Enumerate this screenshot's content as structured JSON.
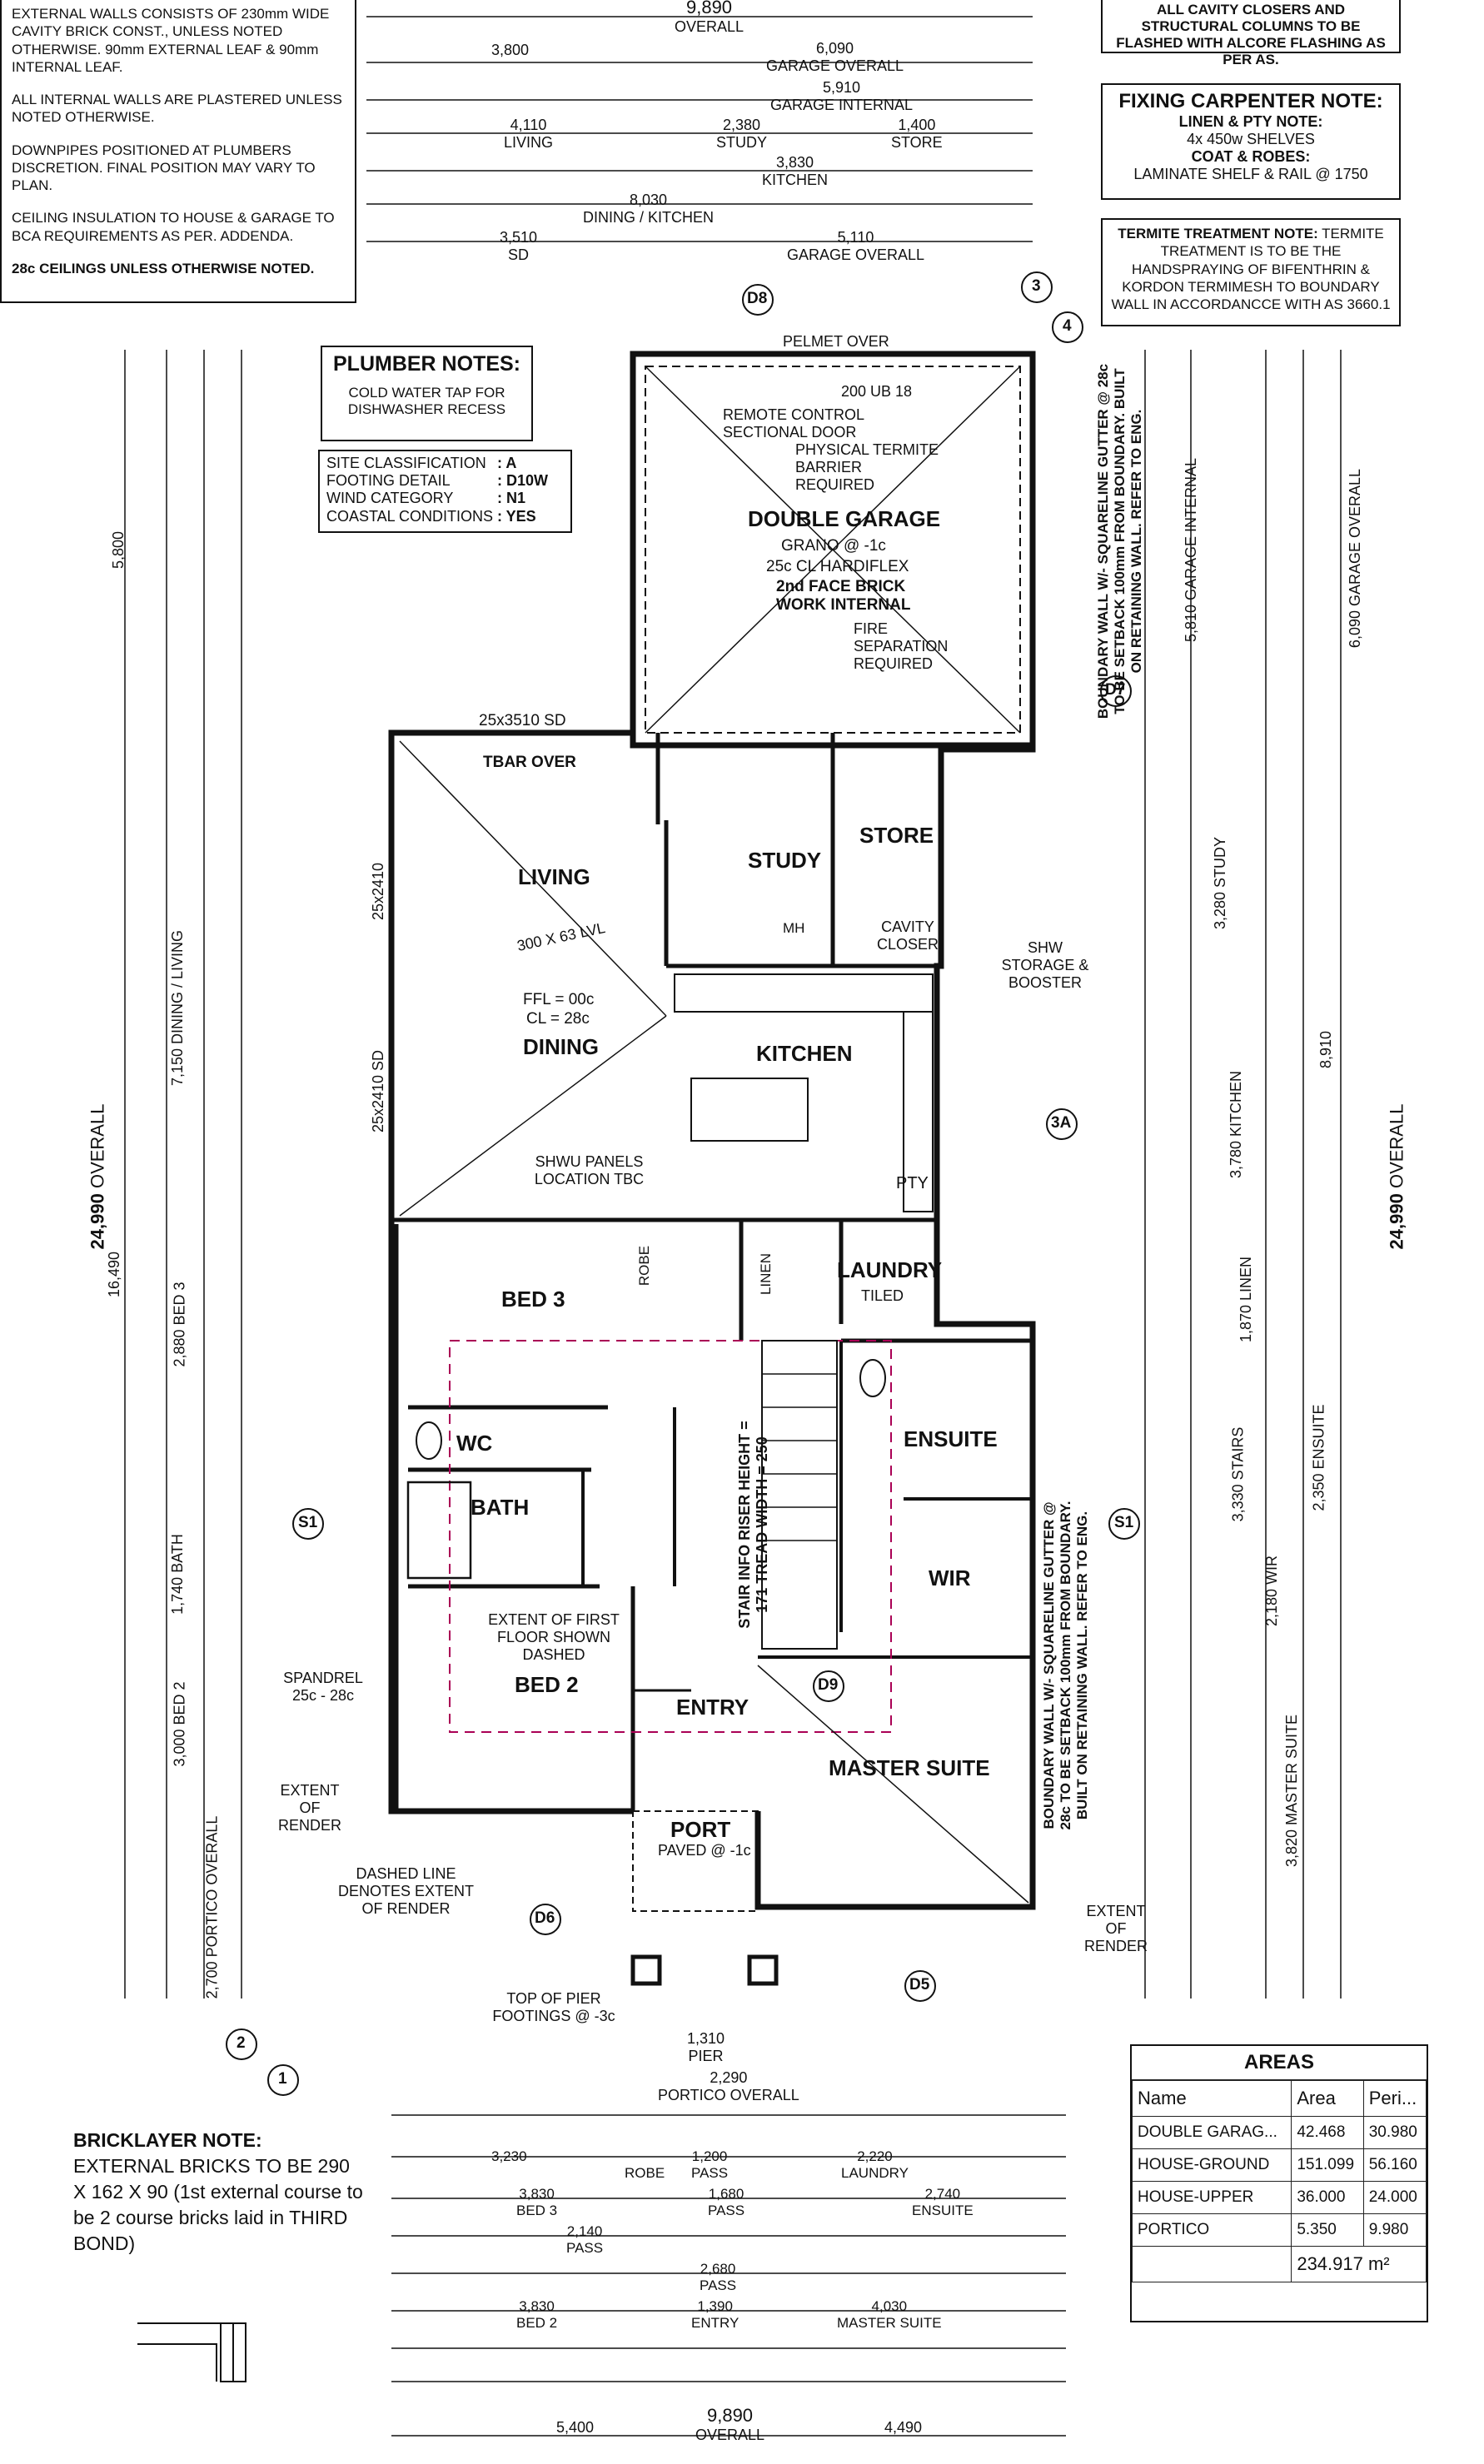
{
  "notes_top_left": {
    "lines": [
      "EXTERNAL WALLS CONSISTS OF 230mm WIDE CAVITY BRICK CONST., UNLESS NOTED OTHERWISE. 90mm EXTERNAL LEAF & 90mm INTERNAL LEAF.",
      "ALL INTERNAL WALLS ARE PLASTERED UNLESS NOTED OTHERWISE.",
      "DOWNPIPES POSITIONED AT PLUMBERS DISCRETION. FINAL POSITION MAY VARY TO PLAN.",
      "CEILING INSULATION TO HOUSE & GARAGE TO BCA REQUIREMENTS AS PER. ADDENDA.",
      "28c CEILINGS UNLESS OTHERWISE NOTED."
    ]
  },
  "notes_top_right": "ALL CAVITY CLOSERS AND STRUCTURAL COLUMNS TO BE FLASHED WITH ALCORE FLASHING AS PER AS.",
  "fixing_carpenter": {
    "title": "FIXING CARPENTER NOTE:",
    "linen_head": "LINEN & PTY NOTE:",
    "linen_text": "4x 450w SHELVES",
    "coat_head": "COAT & ROBES:",
    "coat_text": "LAMINATE SHELF & RAIL @ 1750"
  },
  "termite": {
    "head": "TERMITE TREATMENT NOTE:",
    "text": "TERMITE TREATMENT IS TO BE THE HANDSPRAYING OF BIFENTHRIN & KORDON TERMIMESH TO BOUNDARY WALL IN ACCORDANCCE WITH AS 3660.1"
  },
  "plumber": {
    "title": "PLUMBER NOTES:",
    "text": "COLD WATER TAP FOR DISHWASHER RECESS"
  },
  "site": [
    {
      "k": "SITE CLASSIFICATION",
      "v": ": A"
    },
    {
      "k": "FOOTING DETAIL",
      "v": ": D10W"
    },
    {
      "k": "WIND CATEGORY",
      "v": ": N1"
    },
    {
      "k": "COASTAL CONDITIONS",
      "v": ": YES"
    }
  ],
  "bricklayer": {
    "head": "BRICKLAYER NOTE:",
    "text": "EXTERNAL BRICKS TO BE 290 X 162 X 90 (1st external course to be 2 course bricks laid in THIRD BOND)"
  },
  "areas": {
    "title": "AREAS",
    "headers": [
      "Name",
      "Area",
      "Peri..."
    ],
    "rows": [
      [
        "DOUBLE GARAG...",
        "42.468",
        "30.980"
      ],
      [
        "HOUSE-GROUND",
        "151.099",
        "56.160"
      ],
      [
        "HOUSE-UPPER",
        "36.000",
        "24.000"
      ],
      [
        "PORTICO",
        "5.350",
        "9.980"
      ]
    ],
    "total": "234.917 m²"
  },
  "rooms": {
    "garage": "DOUBLE GARAGE",
    "garage_sub1": "GRANO @ -1c",
    "garage_sub2": "25c CL HARDIFLEX",
    "garage_sub3": "2nd FACE BRICK",
    "garage_sub4": "WORK INTERNAL",
    "living": "LIVING",
    "dining": "DINING",
    "study": "STUDY",
    "store": "STORE",
    "kitchen": "KITCHEN",
    "laundry": "LAUNDRY",
    "bed3": "BED 3",
    "wc": "WC",
    "bath": "BATH",
    "bed2": "BED 2",
    "entry": "ENTRY",
    "ensuite": "ENSUITE",
    "wir": "WIR",
    "master": "MASTER SUITE",
    "portico": "PORT",
    "portico_sub": "PAVED @ -1c",
    "pty": "PTY",
    "linen": "LINEN",
    "robe": "ROBE",
    "mh": "MH",
    "tiled": "TILED"
  },
  "plan_labels": {
    "pelmet": "PELMET OVER",
    "ub18": "200 UB 18",
    "remote_door": "REMOTE CONTROL SECTIONAL DOOR",
    "termite_barrier": "PHYSICAL TERMITE BARRIER REQUIRED",
    "fire_sep": "FIRE SEPARATION REQUIRED",
    "tbar_over": "TBAR OVER",
    "sd_top": "25x3510 SD",
    "lvl_living": "300 X 63 LVL",
    "ffl": "FFL = 00c",
    "cl": "CL = 28c",
    "shwu": "SHWU PANELS LOCATION TBC",
    "cavity_closer": "CAVITY CLOSER",
    "shw": "SHW STORAGE & BOOSTER",
    "stair_info": "STAIR INFO RISER HEIGHT = 171 TREAD WIDTH = 250",
    "extent_first": "EXTENT OF FIRST FLOOR SHOWN DASHED",
    "spandrel": "SPANDREL 25c - 28c",
    "extent_render": "EXTENT OF RENDER",
    "dashed_line": "DASHED LINE DENOTES EXTENT OF RENDER",
    "top_pier": "TOP OF PIER FOOTINGS @ -3c",
    "boundary_1": "BOUNDARY WALL W/- SQUARELINE GUTTER @ 28c TO BE SETBACK 100mm FROM BOUNDARY. BUILT ON RETAINING WALL. REFER TO ENG.",
    "boundary_2": "BOUNDARY WALL W/- SQUARELINE GUTTER @ 28c TO BE SETBACK 100mm FROM BOUNDARY. BUILT ON RETAINING WALL. REFER TO ENG.",
    "window_left1": "25x2410",
    "window_left2": "25x2410 SD",
    "overall_24990": "24,990",
    "overall_word": "OVERALL",
    "overall_9890": "9,890"
  },
  "markers": [
    "D8",
    "3",
    "4",
    "D7",
    "3A",
    "S1",
    "S1",
    "D9",
    "D6",
    "D5",
    "2",
    "1"
  ],
  "top_dims": [
    {
      "val": "9,890",
      "sub": "OVERALL"
    },
    {
      "val": "3,800",
      "sub": ""
    },
    {
      "val": "6,090",
      "sub": "GARAGE OVERALL"
    },
    {
      "val": "5,910",
      "sub": "GARAGE INTERNAL"
    },
    {
      "val": "4,110",
      "sub": "LIVING"
    },
    {
      "val": "2,380",
      "sub": "STUDY"
    },
    {
      "val": "1,400",
      "sub": "STORE"
    },
    {
      "val": "3,830",
      "sub": "KITCHEN"
    },
    {
      "val": "8,030",
      "sub": "DINING / KITCHEN"
    },
    {
      "val": "3,510",
      "sub": "SD"
    },
    {
      "val": "5,110",
      "sub": "GARAGE OVERALL"
    }
  ],
  "bottom_dims": [
    {
      "val": "1,310",
      "sub": "PIER"
    },
    {
      "val": "2,290",
      "sub": "PORTICO OVERALL"
    },
    {
      "val": "3,230",
      "sub": "ROBE"
    },
    {
      "val": "1,200",
      "sub": "PASS"
    },
    {
      "val": "2,220",
      "sub": "LAUNDRY"
    },
    {
      "val": "3,830",
      "sub": "BED 3"
    },
    {
      "val": "1,680",
      "sub": "PASS"
    },
    {
      "val": "2,740",
      "sub": "ENSUITE"
    },
    {
      "val": "2,140",
      "sub": "PASS"
    },
    {
      "val": "2,680",
      "sub": "PASS"
    },
    {
      "val": "3,830",
      "sub": "BED 2"
    },
    {
      "val": "1,390",
      "sub": "ENTRY"
    },
    {
      "val": "4,030",
      "sub": "MASTER SUITE"
    },
    {
      "val": "5,400",
      "sub": ""
    },
    {
      "val": "4,490",
      "sub": ""
    },
    {
      "val": "9,890",
      "sub": "OVERALL"
    }
  ],
  "right_dims": [
    {
      "val": "5,810",
      "sub": "GARAGE INTERNAL"
    },
    {
      "val": "6,090",
      "sub": "GARAGE OVERALL"
    },
    {
      "val": "3,280",
      "sub": "STUDY"
    },
    {
      "val": "3,780",
      "sub": "KITCHEN"
    },
    {
      "val": "8,910",
      "sub": ""
    },
    {
      "val": "1,870",
      "sub": "LINEN"
    },
    {
      "val": "3,330",
      "sub": "STAIRS"
    },
    {
      "val": "2,350",
      "sub": "ENSUITE"
    },
    {
      "val": "2,180",
      "sub": "WIR"
    },
    {
      "val": "3,820",
      "sub": "MASTER SUITE"
    },
    {
      "val": "24,990",
      "sub": "OVERALL"
    }
  ],
  "left_dims": [
    {
      "val": "5,800",
      "sub": ""
    },
    {
      "val": "7,150",
      "sub": "DINING / LIVING"
    },
    {
      "val": "16,490",
      "sub": ""
    },
    {
      "val": "2,880",
      "sub": "BED 3"
    },
    {
      "val": "1,740",
      "sub": "BATH"
    },
    {
      "val": "3,000",
      "sub": "BED 2"
    },
    {
      "val": "2,700",
      "sub": "PORTICO OVERALL"
    },
    {
      "val": "24,990",
      "sub": "OVERALL"
    }
  ]
}
